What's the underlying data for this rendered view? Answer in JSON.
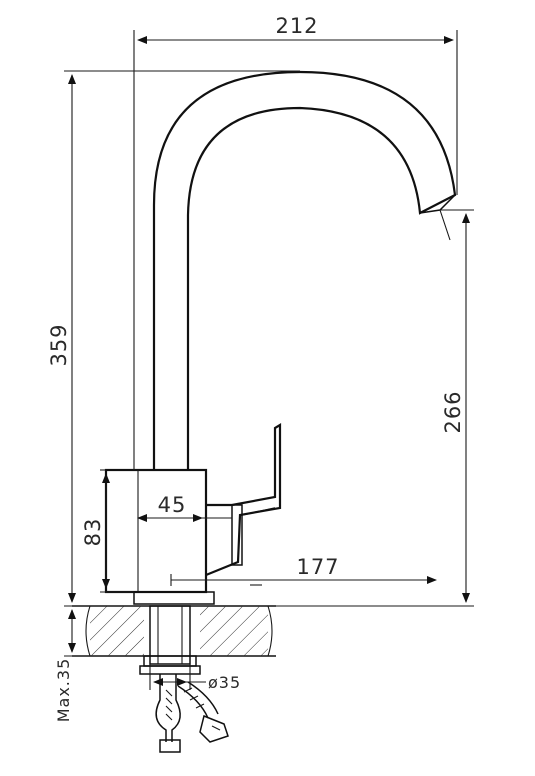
{
  "dimensions": {
    "width_overall": "212",
    "height_overall": "359",
    "spout_height": "266",
    "body_height": "83",
    "body_width": "45",
    "reach": "177",
    "max_deck": "Max.35",
    "hole_diameter": "ø35"
  },
  "colors": {
    "line": "#111111",
    "text": "#2a2a2a",
    "background": "#ffffff"
  }
}
